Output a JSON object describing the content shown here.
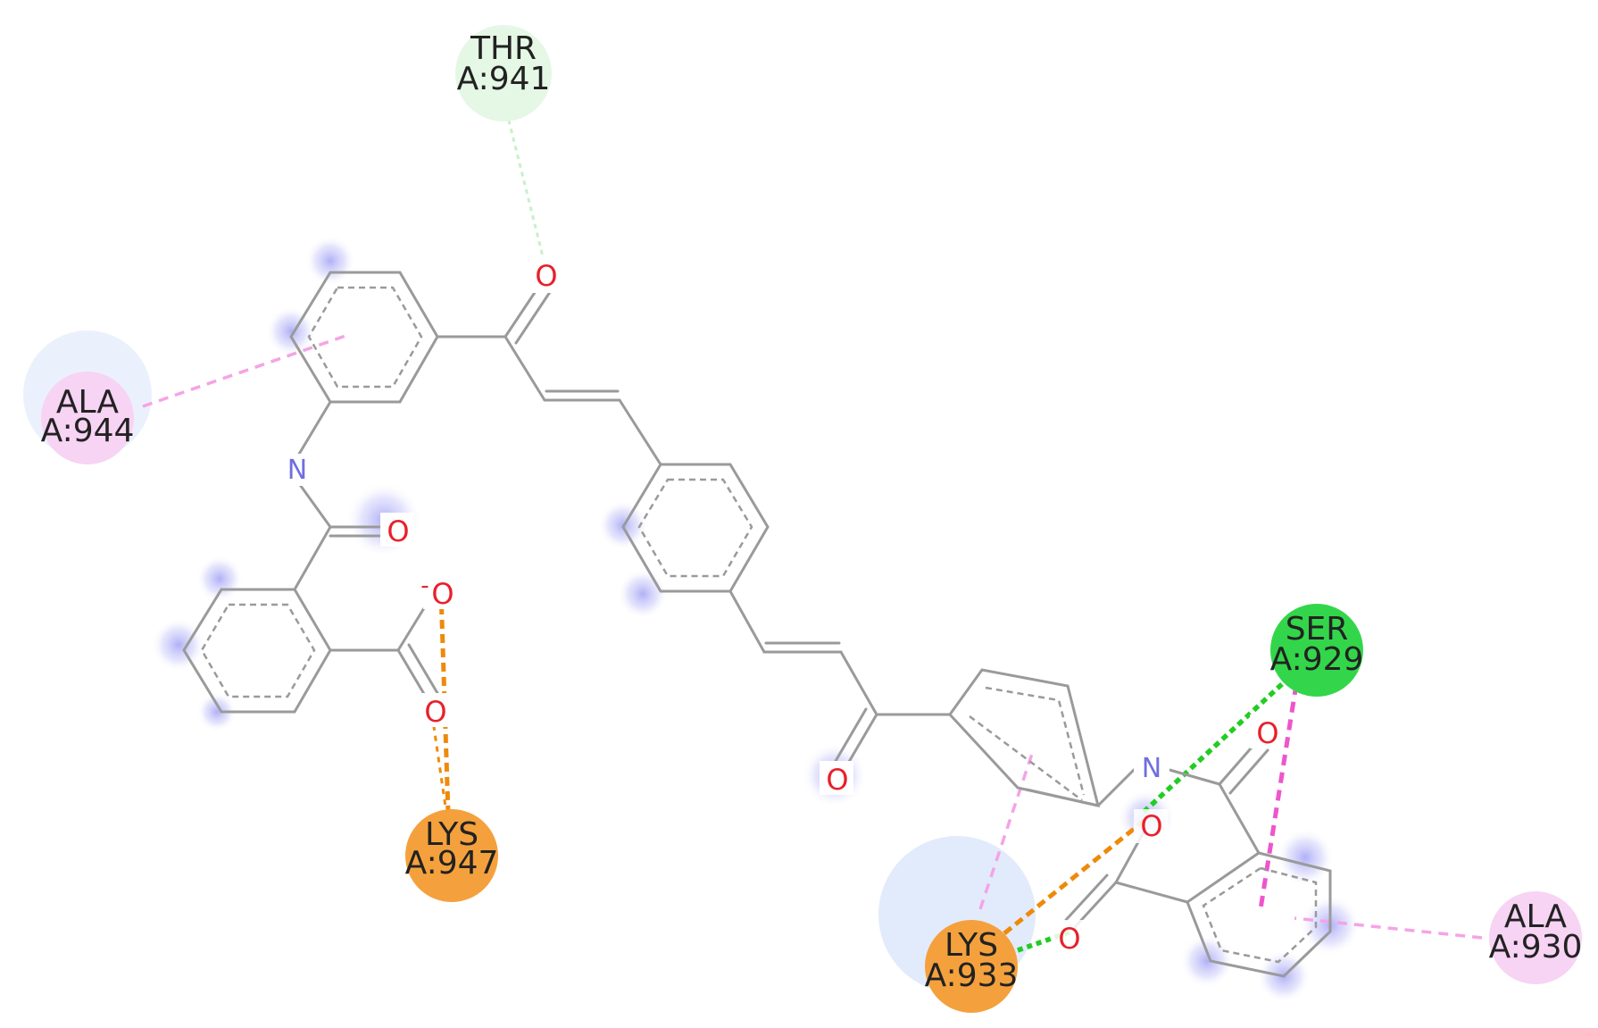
{
  "residues": [
    {
      "id": "thr941",
      "line1": "THR",
      "line2": "A:941",
      "fill": "#e5f7e5",
      "text_color": "#222222"
    },
    {
      "id": "ala944",
      "line1": "ALA",
      "line2": "A:944",
      "fill": "#f7d3f4",
      "text_color": "#222222"
    },
    {
      "id": "lys947",
      "line1": "LYS",
      "line2": "A:947",
      "fill": "#f4a13d",
      "text_color": "#222222"
    },
    {
      "id": "ser929",
      "line1": "SER",
      "line2": "A:929",
      "fill": "#33d64a",
      "text_color": "#222222"
    },
    {
      "id": "lys933",
      "line1": "LYS",
      "line2": "A:933",
      "fill": "#f4a13d",
      "text_color": "#222222"
    },
    {
      "id": "ala930",
      "line1": "ALA",
      "line2": "A:930",
      "fill": "#f7d3f4",
      "text_color": "#222222"
    }
  ],
  "atoms": {
    "o_carbonyl_top": "O",
    "n_amide_left": "N",
    "o_amide_left": "O",
    "o_carboxyl_left_1": "O",
    "o_carboxyl_left_minus": "-",
    "o_carboxyl_left_2": "O",
    "o_carbonyl_mid": "O",
    "n_amide_right": "N",
    "o_amide_right": "O",
    "o_carboxyl_right_1": "O",
    "o_carboxyl_right_2": "O"
  },
  "interaction_colors": {
    "conventional_hbond": "#22cc22",
    "carbon_hbond": "#c8f0c8",
    "salt_bridge": "#ee8a0a",
    "pi_alkyl": "#f08ce0",
    "pi_sigma": "#ee55cc"
  }
}
